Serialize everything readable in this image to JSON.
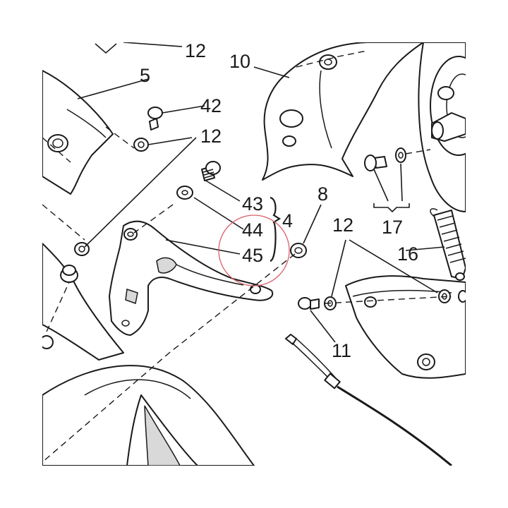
{
  "diagram": {
    "callouts": [
      {
        "id": "c12a",
        "text": "12"
      },
      {
        "id": "c10",
        "text": "10"
      },
      {
        "id": "c5",
        "text": "5"
      },
      {
        "id": "c42",
        "text": "42"
      },
      {
        "id": "c12b",
        "text": "12"
      },
      {
        "id": "c43",
        "text": "43"
      },
      {
        "id": "c44",
        "text": "44"
      },
      {
        "id": "c45",
        "text": "45"
      },
      {
        "id": "c4",
        "text": "4"
      },
      {
        "id": "c8",
        "text": "8"
      },
      {
        "id": "c12c",
        "text": "12"
      },
      {
        "id": "c17",
        "text": "17"
      },
      {
        "id": "c16",
        "text": "16"
      },
      {
        "id": "c11",
        "text": "11"
      }
    ],
    "highlight_color": "#d9606a",
    "line_color": "#1a1a1a"
  }
}
